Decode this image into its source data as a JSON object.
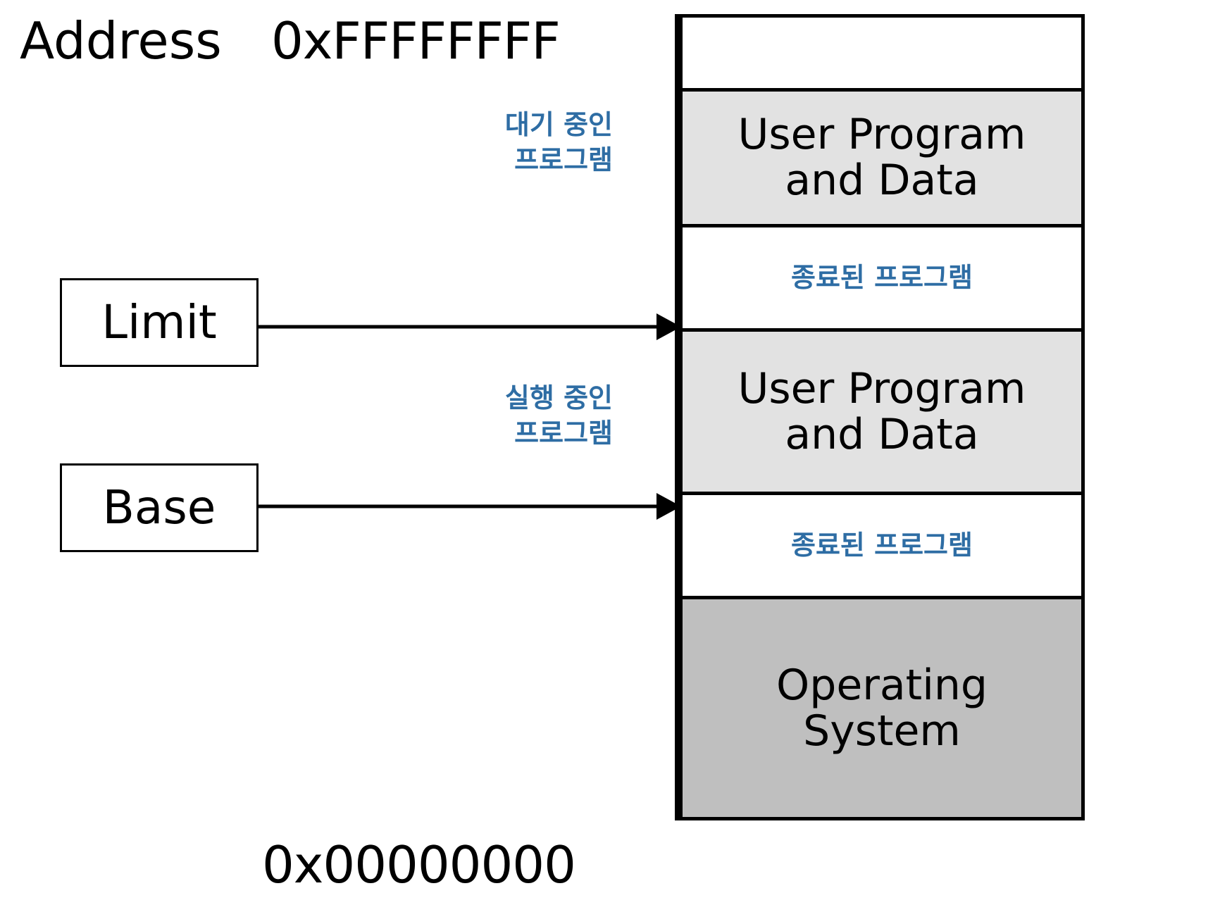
{
  "diagram": {
    "title_word": "Address",
    "address_top": "0xFFFFFFFF",
    "address_bottom": "0x00000000",
    "accent_color": "#2e6da4",
    "outline_color": "#000000",
    "shade_light": "#e2e2e2",
    "shade_dark": "#bfbfbf"
  },
  "registers": [
    {
      "label": "Limit",
      "points_to": "top of running user program block"
    },
    {
      "label": "Base",
      "points_to": "bottom of running user program block"
    }
  ],
  "side_notes": [
    {
      "text": "대기 중인\n프로그램"
    },
    {
      "text": "실행 중인\n프로그램"
    }
  ],
  "memory_blocks": [
    {
      "label": "",
      "shade": "none",
      "kind": "empty"
    },
    {
      "label": "User Program\nand Data",
      "shade": "light",
      "kind": "program"
    },
    {
      "label": "종료된 프로그램",
      "shade": "none",
      "kind": "terminated"
    },
    {
      "label": "User Program\nand Data",
      "shade": "light",
      "kind": "program"
    },
    {
      "label": "종료된 프로그램",
      "shade": "none",
      "kind": "terminated"
    },
    {
      "label": "Operating\nSystem",
      "shade": "dark",
      "kind": "os"
    }
  ]
}
